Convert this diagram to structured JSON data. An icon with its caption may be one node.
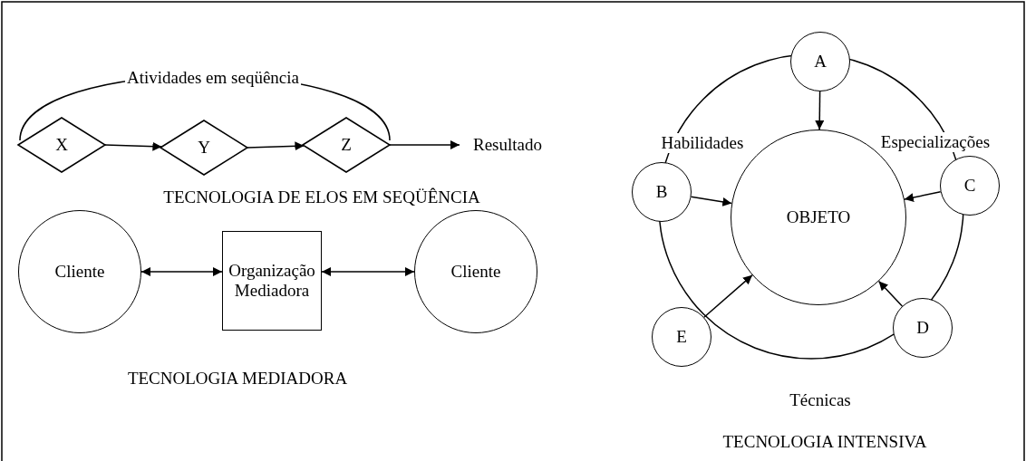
{
  "diagram": {
    "nodes": [
      {
        "text": [
          "X"
        ]
      },
      {
        "text": [
          "Y"
        ]
      },
      {
        "text": [
          "Z"
        ]
      },
      {
        "text": [
          "Resultado"
        ]
      },
      {
        "text": [
          "Cliente"
        ]
      },
      {
        "text": [
          "Organização Mediadora"
        ]
      },
      {
        "text": [
          "Cliente"
        ]
      },
      {
        "text": [
          "A"
        ]
      },
      {
        "text": [
          "B"
        ]
      },
      {
        "text": [
          "OBJETO"
        ]
      },
      {
        "text": [
          "C"
        ]
      },
      {
        "text": [
          "E"
        ]
      },
      {
        "text": [
          "D"
        ]
      }
    ],
    "edges": [
      {
        "from": 0,
        "to": 1,
        "arrow": "to"
      },
      {
        "from": 1,
        "to": 2,
        "arrow": "to"
      },
      {
        "from": 2,
        "to": 3,
        "arrow": "to"
      },
      {
        "from": 4,
        "to": 5,
        "arrow": "both"
      },
      {
        "from": 5,
        "to": 6,
        "arrow": "both"
      },
      {
        "from": 7,
        "to": 9,
        "arrow": "to"
      },
      {
        "from": 8,
        "to": 9,
        "arrow": "to"
      },
      {
        "from": 10,
        "to": 9,
        "arrow": "to"
      },
      {
        "from": 12,
        "to": 9,
        "arrow": "to"
      },
      {
        "from": 11,
        "to": 9,
        "arrow": "to"
      }
    ],
    "labels": [
      "Atividades em seqüência",
      "TECNOLOGIA DE ELOS EM SEQÜÊNCIA",
      "TECNOLOGIA MEDIADORA",
      "Habilidades",
      "Especializações",
      "Técnicas",
      "TECNOLOGIA INTENSIVA"
    ]
  }
}
